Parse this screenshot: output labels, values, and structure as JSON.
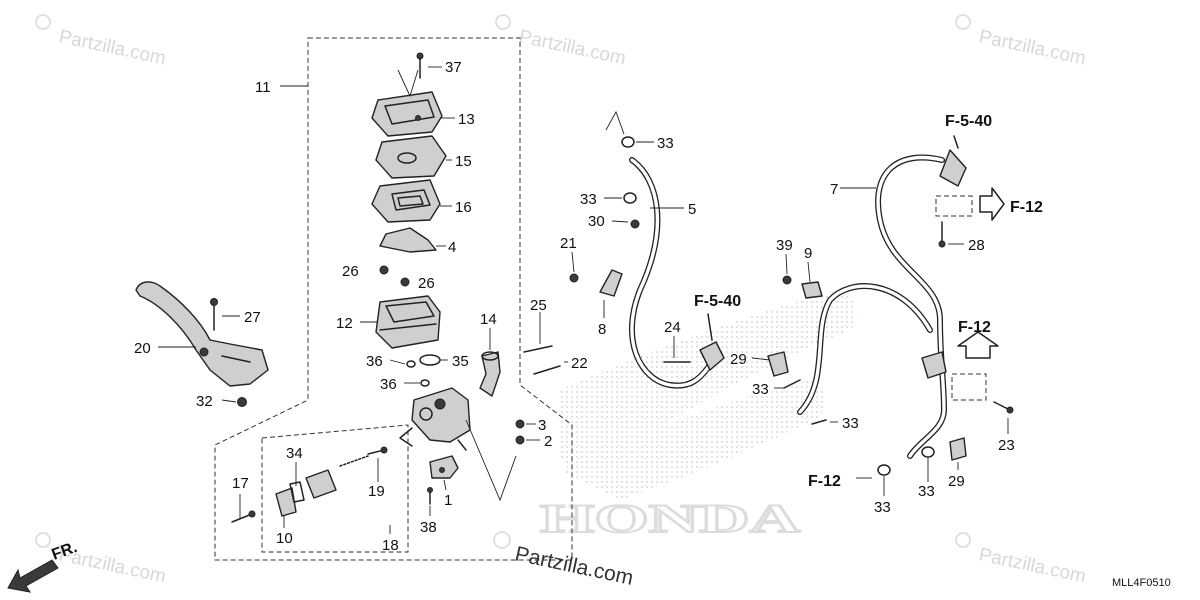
{
  "diagram_code": "MLL4F0510",
  "watermarks": {
    "main": "Partzilla.com",
    "corner": "Partzilla.com"
  },
  "brand_watermark": "HONDA",
  "direction_label": "FR.",
  "colors": {
    "line": "#222222",
    "part_fill": "#cfcfcf",
    "watermark": "#d8d8d8",
    "background": "#ffffff"
  },
  "references": [
    "F-5-40",
    "F-12",
    "F-12",
    "F-5-40",
    "F-12"
  ],
  "callouts": [
    "37",
    "11",
    "13",
    "15",
    "16",
    "4",
    "26",
    "26",
    "12",
    "14",
    "36",
    "35",
    "36",
    "20",
    "27",
    "32",
    "3",
    "2",
    "34",
    "17",
    "19",
    "1",
    "10",
    "18",
    "38",
    "33",
    "33",
    "5",
    "30",
    "21",
    "8",
    "25",
    "22",
    "24",
    "29",
    "33",
    "33",
    "33",
    "7",
    "28",
    "39",
    "9",
    "23",
    "33",
    "29"
  ]
}
